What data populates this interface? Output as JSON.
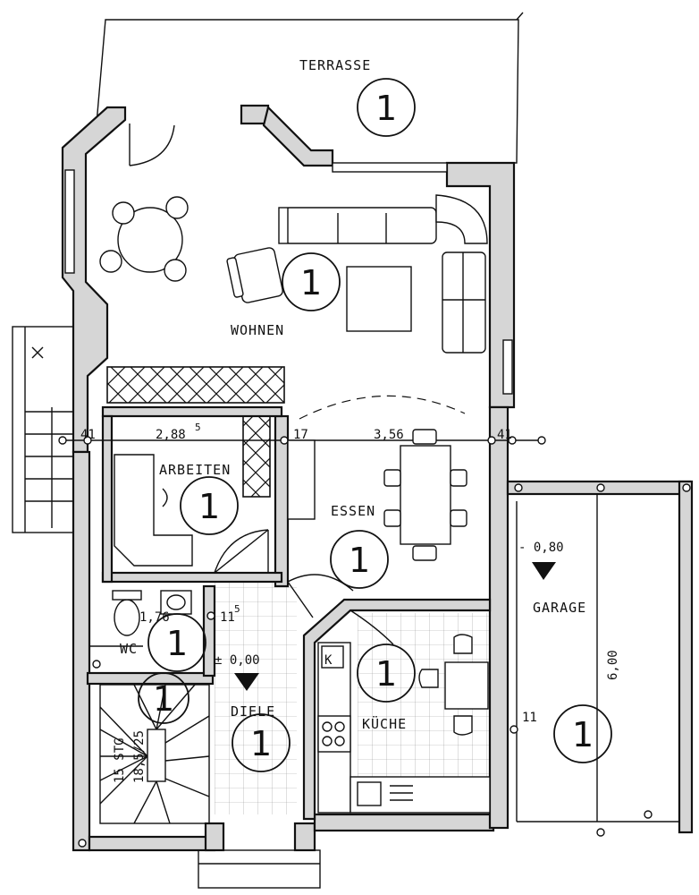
{
  "rooms": {
    "terrasse": {
      "label": "TERRASSE",
      "badge": "1"
    },
    "wohnen": {
      "label": "WOHNEN",
      "badge": "1"
    },
    "arbeiten": {
      "label": "ARBEITEN",
      "badge": "1"
    },
    "essen": {
      "label": "ESSEN",
      "badge": "1"
    },
    "wc": {
      "label": "WC",
      "badge": "1"
    },
    "diele": {
      "label": "DIELE",
      "badge": "1"
    },
    "kueche": {
      "label": "KÜCHE",
      "badge": "1"
    },
    "garage": {
      "label": "GARAGE",
      "badge": "1"
    },
    "stairs": {
      "badge": "1"
    }
  },
  "dimensions": {
    "arbeiten_width": "2,88",
    "arbeiten_width_sup": "5",
    "essen_width": "3,56",
    "wall_17": "17",
    "wall_41_left": "41",
    "wall_41_right": "41",
    "wc_width": "1,76",
    "wall_11_5": "11",
    "wall_11_5_sup": "5",
    "wall_11_garage": "11",
    "garage_length": "6,00",
    "stairs_text": "15 STG",
    "stairs_text2": "18,5/25"
  },
  "levels": {
    "diele": "± 0,00",
    "garage": "- 0,80"
  },
  "fixtures": {
    "fridge_mark": "K"
  }
}
